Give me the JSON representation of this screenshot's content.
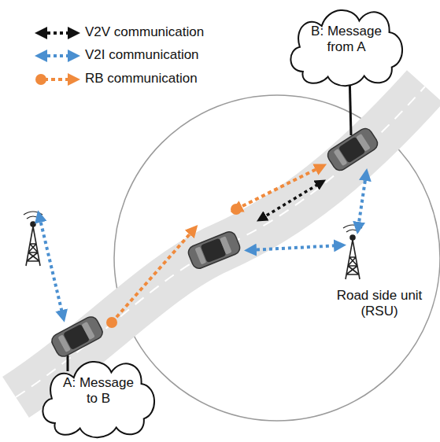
{
  "diagram": {
    "nodes": [
      {
        "text": [
          "B: Message from A"
        ]
      },
      {
        "text": [
          "A: Message to B"
        ]
      }
    ],
    "labels": [
      "Road side unit (RSU)"
    ],
    "legend": [
      {
        "text": "V2V communication"
      },
      {
        "text": "V2I communication"
      },
      {
        "text": "RB communication"
      }
    ]
  }
}
